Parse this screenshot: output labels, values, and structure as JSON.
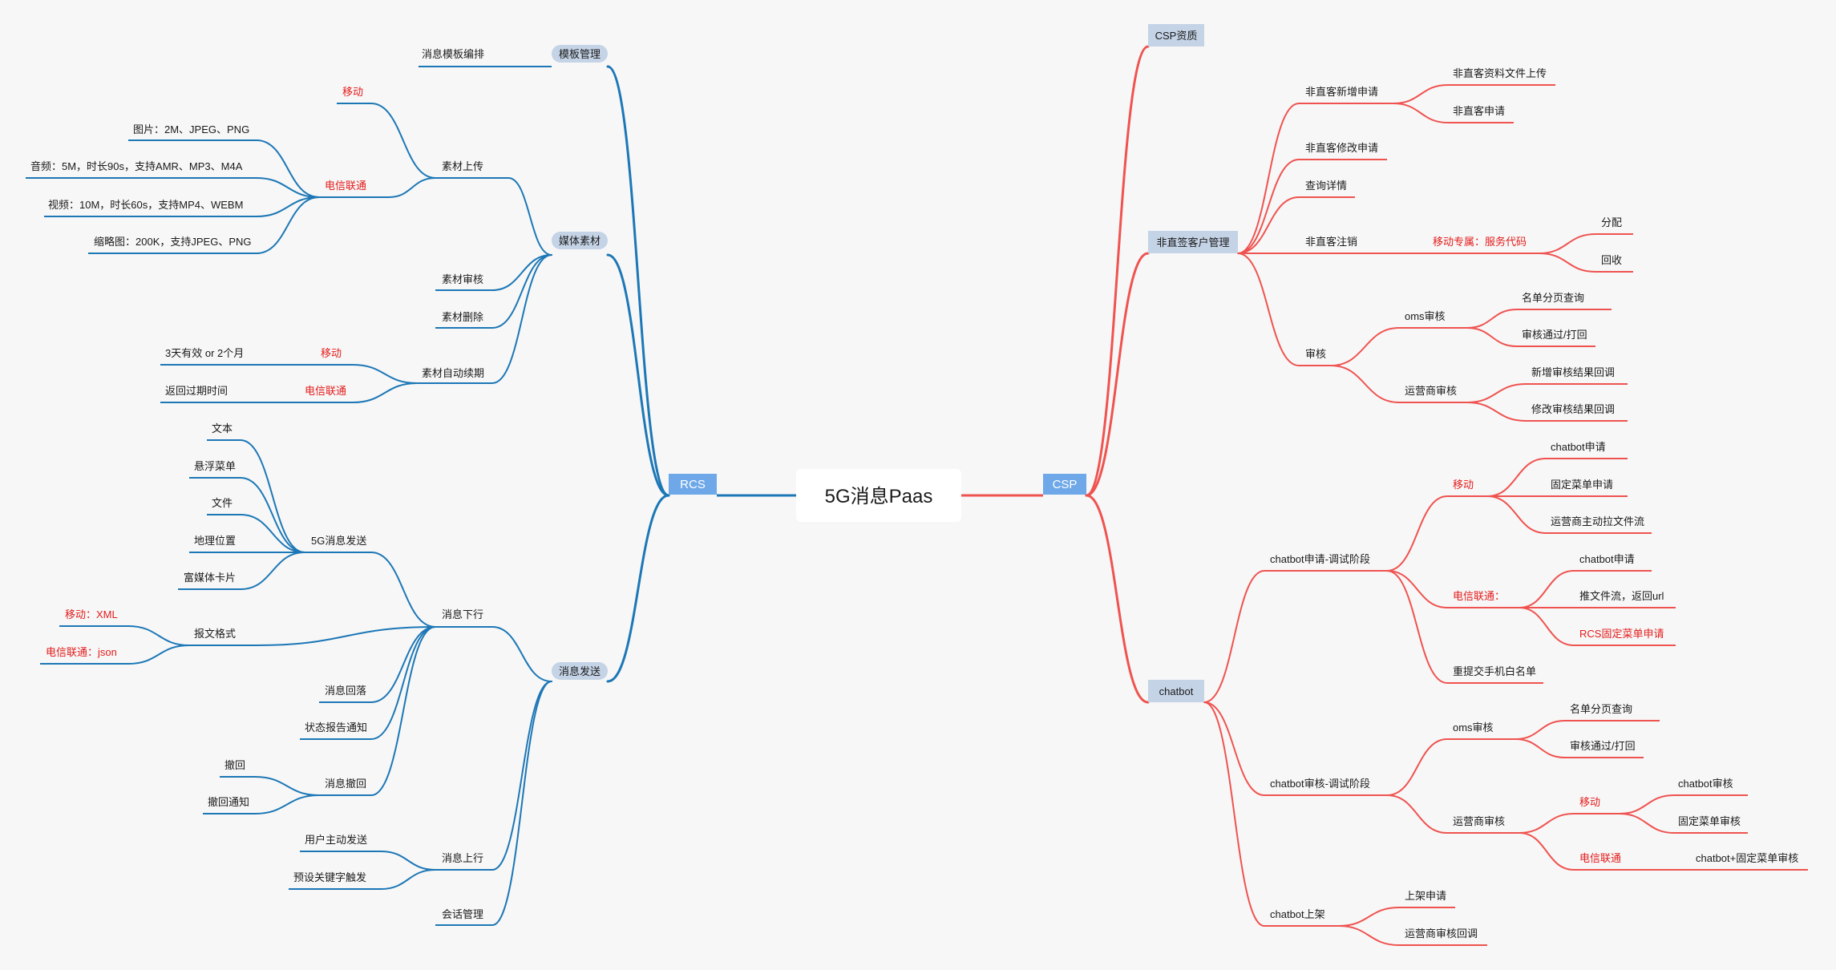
{
  "root": "5G消息Paas",
  "colors": {
    "left_branch": "#1c77b6",
    "right_branch": "#ef5350",
    "red_text": "#e41b1b",
    "pill": "#c4d3e6",
    "l1_box": "#6ea8e8"
  },
  "rcs": {
    "label": "RCS",
    "template_mgmt": {
      "label": "模板管理",
      "edit": "消息模板编排"
    },
    "media": {
      "label": "媒体素材",
      "upload": {
        "label": "素材上传",
        "mobile": "移动",
        "telecom": "电信联通",
        "image": "图片：2M、JPEG、PNG",
        "audio": "音频：5M，时长90s，支持AMR、MP3、M4A",
        "video": "视频：10M，时长60s，支持MP4、WEBM",
        "thumb": "缩略图：200K，支持JPEG、PNG"
      },
      "review": "素材审核",
      "delete": "素材删除",
      "renew": {
        "label": "素材自动续期",
        "mobile": "移动",
        "mobile_detail": "3天有效 or 2个月",
        "telecom": "电信联通",
        "telecom_detail": "返回过期时间"
      }
    },
    "send": {
      "label": "消息发送",
      "downlink": {
        "label": "消息下行",
        "g5": {
          "label": "5G消息发送",
          "items": [
            "文本",
            "悬浮菜单",
            "文件",
            "地理位置",
            "富媒体卡片"
          ]
        },
        "format": {
          "label": "报文格式",
          "mobile": "移动：XML",
          "telecom": "电信联通：json"
        },
        "fallback": "消息回落",
        "status": "状态报告通知",
        "recall": {
          "label": "消息撤回",
          "recall": "撤回",
          "notify": "撤回通知"
        }
      },
      "uplink": {
        "label": "消息上行",
        "user": "用户主动发送",
        "keyword": "预设关键字触发"
      },
      "session": "会话管理"
    }
  },
  "csp": {
    "label": "CSP",
    "qual": "CSP资质",
    "customer": {
      "label": "非直签客户管理",
      "add": {
        "label": "非直客新增申请",
        "upload": "非直客资料文件上传",
        "apply": "非直客申请"
      },
      "modify": "非直客修改申请",
      "detail": "查询详情",
      "cancel": {
        "label": "非直客注销",
        "mobile_code": "移动专属：服务代码",
        "assign": "分配",
        "reclaim": "回收"
      },
      "audit": {
        "label": "审核",
        "oms": {
          "label": "oms审核",
          "list": "名单分页查询",
          "pass": "审核通过/打回"
        },
        "carrier": {
          "label": "运营商审核",
          "new_cb": "新增审核结果回调",
          "mod_cb": "修改审核结果回调"
        }
      }
    },
    "chatbot": {
      "label": "chatbot",
      "apply": {
        "label": "chatbot申请-调试阶段",
        "mobile": {
          "label": "移动",
          "items": [
            "chatbot申请",
            "固定菜单申请",
            "运营商主动拉文件流"
          ]
        },
        "telecom": {
          "label": "电信联通：",
          "items": [
            "chatbot申请",
            "推文件流，返回url",
            "RCS固定菜单申请"
          ]
        },
        "whitelist": "重提交手机白名单"
      },
      "audit": {
        "label": "chatbot审核-调试阶段",
        "oms": {
          "label": "oms审核",
          "list": "名单分页查询",
          "pass": "审核通过/打回"
        },
        "carrier": {
          "label": "运营商审核",
          "mobile": {
            "label": "移动",
            "items": [
              "chatbot审核",
              "固定菜单审核"
            ]
          },
          "telecom": {
            "label": "电信联通",
            "item": "chatbot+固定菜单审核"
          }
        }
      },
      "online": {
        "label": "chatbot上架",
        "apply": "上架申请",
        "callback": "运营商审核回调"
      }
    }
  }
}
